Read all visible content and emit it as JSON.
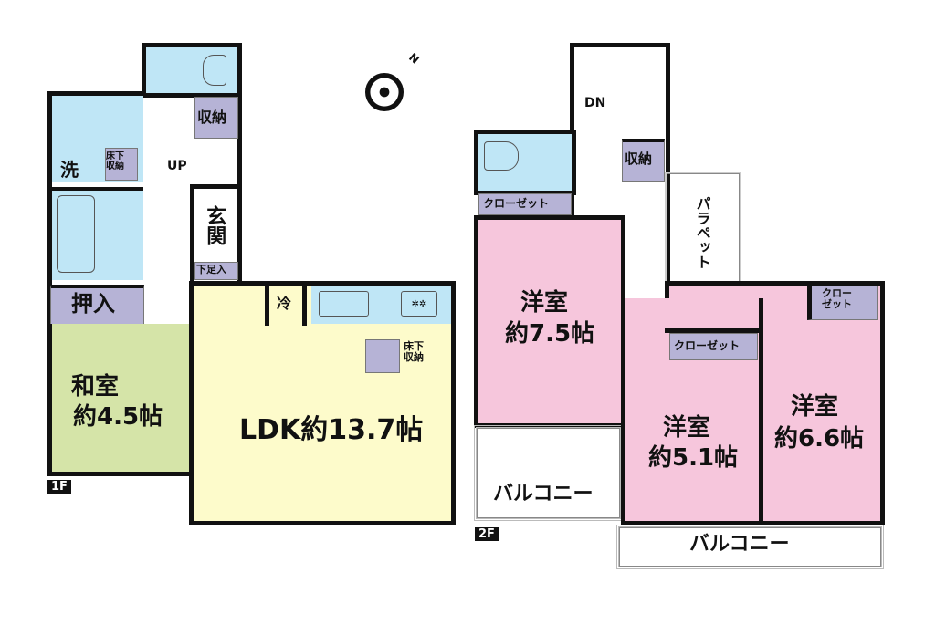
{
  "floor1": {
    "label": "1F",
    "toilet": "",
    "wash": "洗",
    "underfloor_wash": "床下\n収納",
    "storage": "収納",
    "stairs": "UP",
    "entrance": "玄関",
    "shoe": "下足入",
    "oshiire": "押入",
    "washitsu": {
      "name": "和室",
      "size": "約4.5帖"
    },
    "fridge": "冷",
    "underfloor_ldk": "床下\n収納",
    "ldk": "LDK約13.7帖"
  },
  "floor2": {
    "label": "2F",
    "stairs": "DN",
    "storage": "収納",
    "closet1": "クローゼット",
    "closet2": "クローゼット",
    "closet3": "クロー\nゼット",
    "parapet": "パラペット",
    "room1": {
      "name": "洋室",
      "size": "約7.5帖"
    },
    "room2": {
      "name": "洋室",
      "size": "約5.1帖"
    },
    "room3": {
      "name": "洋室",
      "size": "約6.6帖"
    },
    "balcony1": "バルコニー",
    "balcony2": "バルコニー"
  },
  "compass": {
    "north": "N"
  }
}
